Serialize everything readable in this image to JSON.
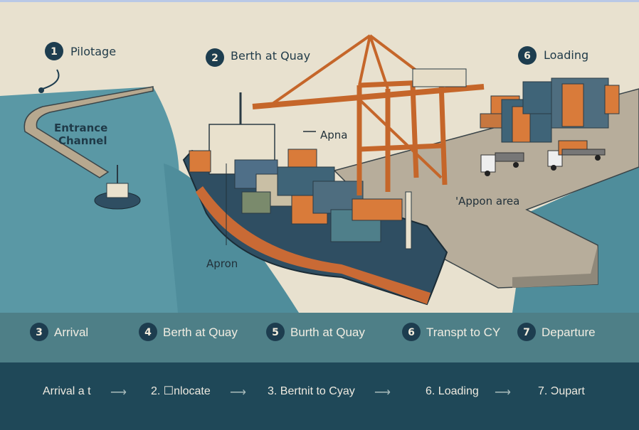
{
  "colors": {
    "sky": "#e8e1cf",
    "water": "#4f8d9b",
    "quay": "#b6ab98",
    "crane": "#dc7a35",
    "hull": "#2f4e62",
    "badge": "#1d3d4f",
    "band_light": "#4e7f87",
    "band_dark": "#1f4858"
  },
  "illustration_labels": {
    "pilotage": {
      "num": "1",
      "text": "Pilotage"
    },
    "berth": {
      "num": "2",
      "text": "Berth at Quay"
    },
    "loading": {
      "num": "6",
      "text": "Loading"
    },
    "entrance_line1": "Entrance",
    "entrance_line2": "Channel",
    "apna": "Apna",
    "apron": "Apron",
    "appon_area": "'Appon area"
  },
  "steps": [
    {
      "num": "3",
      "text": "Arrival"
    },
    {
      "num": "4",
      "text": "Berth at Quay"
    },
    {
      "num": "5",
      "text": "Burth at Quay"
    },
    {
      "num": "6",
      "text": "Transpt to CY"
    },
    {
      "num": "7",
      "text": "Departure"
    }
  ],
  "flow": [
    "Arrival a t",
    "2. ☐nlocate",
    "3. Bertnit to Cyay",
    "6. Loading",
    "7. Ɔupart"
  ],
  "flow_arrow": "⟶"
}
